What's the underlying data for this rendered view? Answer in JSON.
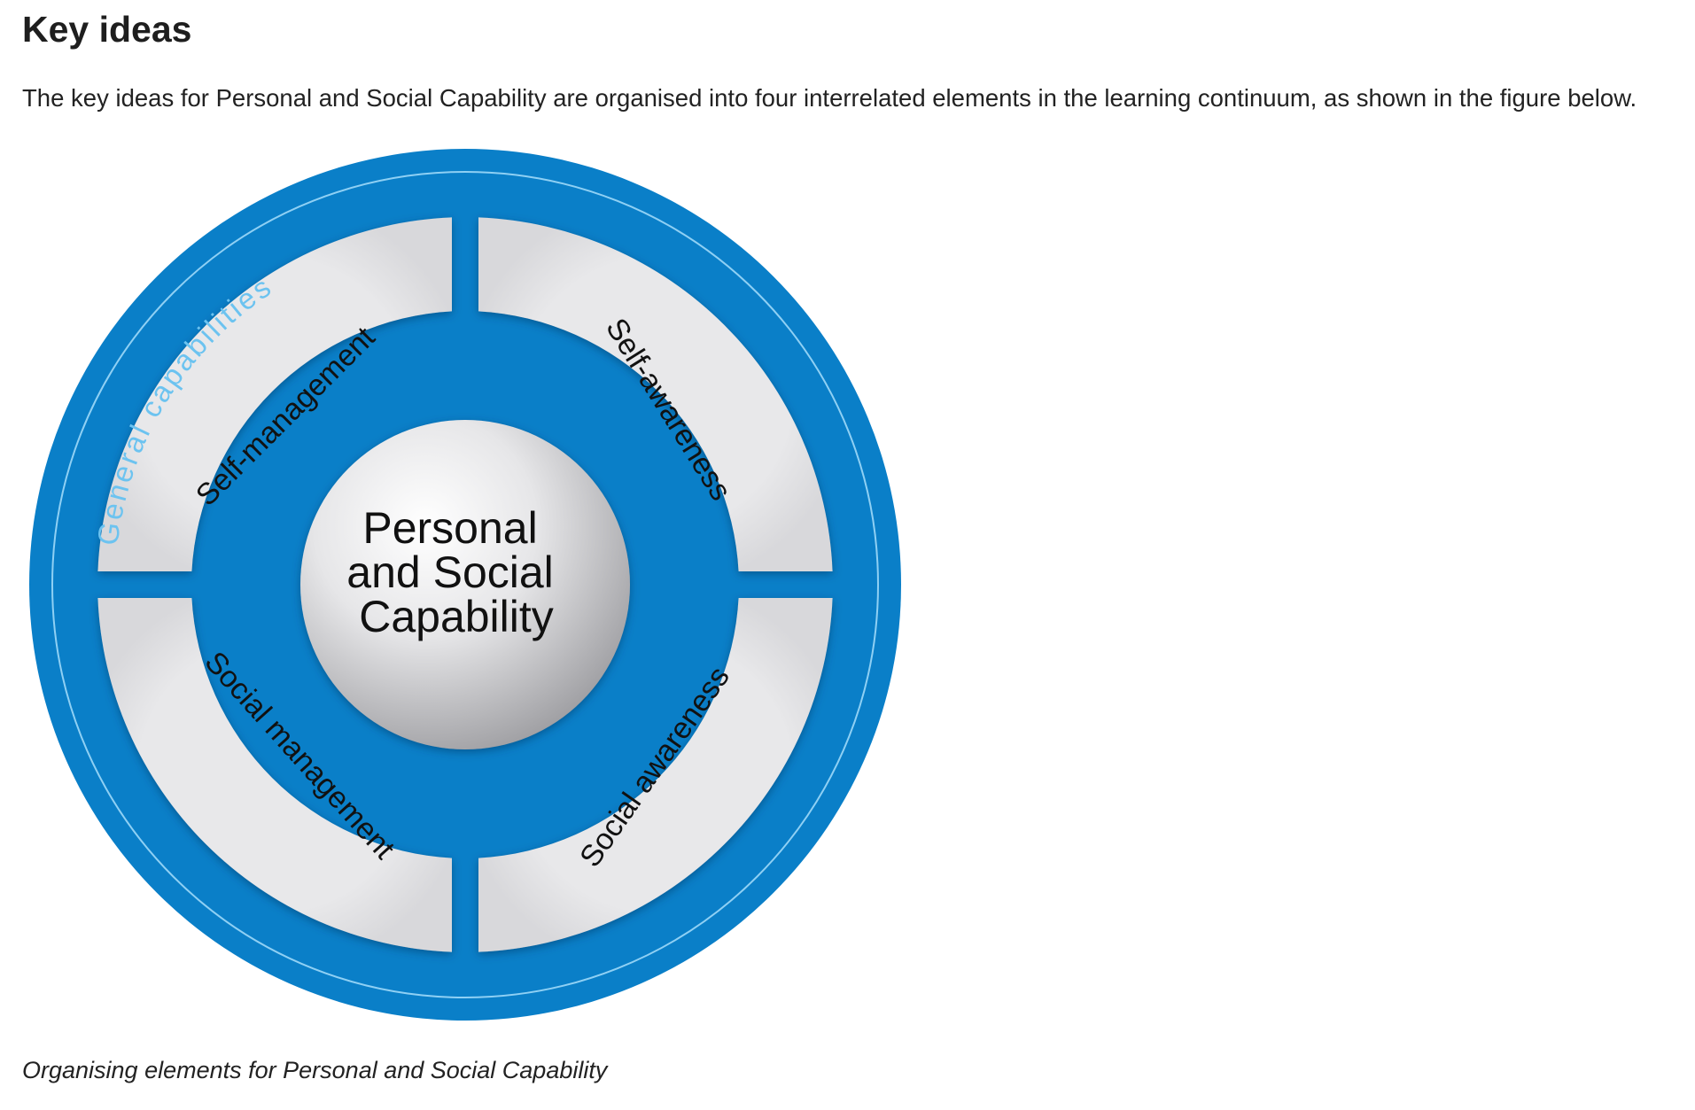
{
  "heading": "Key ideas",
  "intro": "The key ideas for Personal and Social Capability are organised into four interrelated elements in the learning continuum, as shown in the figure below.",
  "figure": {
    "ring_label": "General capabilities",
    "center_lines": [
      "Personal",
      "and Social",
      "Capability"
    ],
    "segments": {
      "top_left": "Self-management",
      "top_right": "Self-awareness",
      "bottom_left": "Social management",
      "bottom_right": "Social awareness"
    },
    "colors": {
      "ring_blue": "#0a7fc8",
      "ring_text": "#6cc3f0",
      "segment_fill": "#e8e8ea",
      "center_fill": "#d9d9dc"
    }
  },
  "caption": "Organising elements for Personal and Social Capability"
}
